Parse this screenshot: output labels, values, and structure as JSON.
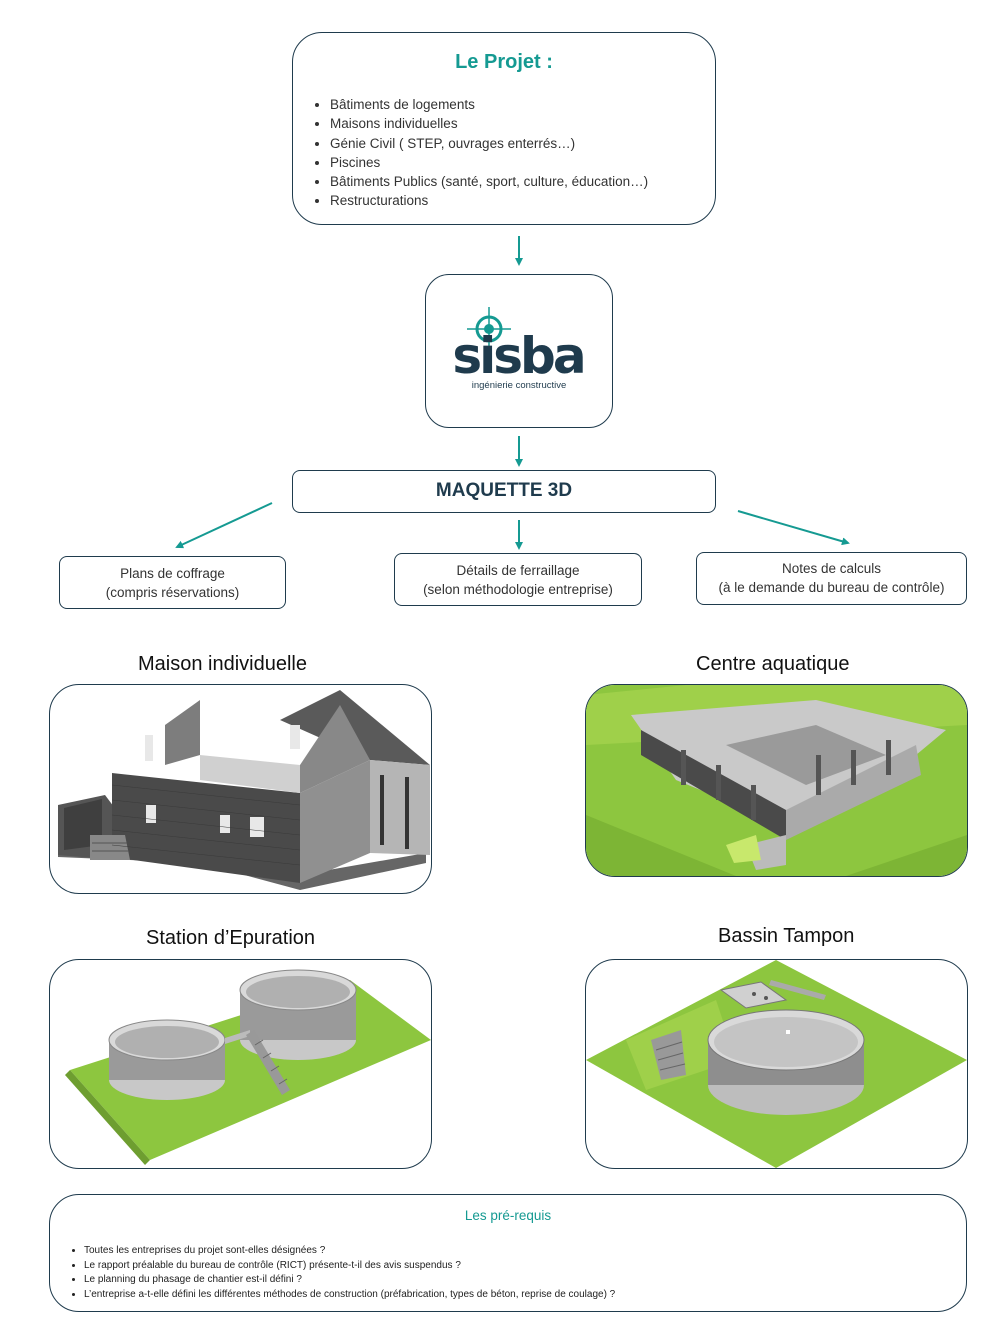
{
  "project": {
    "title": "Le Projet :",
    "items": [
      "Bâtiments de logements",
      "Maisons individuelles",
      "Génie Civil ( STEP, ouvrages enterrés…)",
      "Piscines",
      "Bâtiments Publics (santé, sport, culture, éducation…)",
      "Restructurations"
    ]
  },
  "logo": {
    "name": "sisba",
    "tagline": "ingénierie constructive"
  },
  "maquette": {
    "title": "MAQUETTE 3D"
  },
  "deliverables": {
    "plans": {
      "line1": "Plans de coffrage",
      "line2": "(compris réservations)"
    },
    "details": {
      "line1": "Détails de ferraillage",
      "line2": "(selon méthodologie  entreprise)"
    },
    "notes": {
      "line1": "Notes de calculs",
      "line2": "(à le demande  du bureau de contrôle)"
    }
  },
  "examples": {
    "maison": "Maison individuelle",
    "centre": "Centre aquatique",
    "station": "Station d’Epuration",
    "bassin": "Bassin Tampon"
  },
  "prerequisites": {
    "title": "Les pré-requis",
    "items": [
      "Toutes les entreprises du projet sont-elles désignées ?",
      "Le rapport préalable du bureau de contrôle (RICT) présente-t-il des avis suspendus ?",
      "Le planning du phasage de chantier est-il défini ?",
      "L’entreprise a-t-elle défini les différentes méthodes de construction (préfabrication, types de béton, reprise de coulage) ?"
    ]
  },
  "colors": {
    "accent": "#159a92",
    "border": "#1f3b4d",
    "grass": "#8dc63f",
    "concrete": "#b9b9b9"
  }
}
